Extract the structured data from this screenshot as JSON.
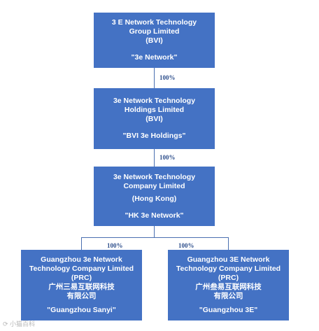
{
  "entities": [
    {
      "lines": [
        "3 E Network Technology",
        "Group Limited",
        "(BVI)"
      ],
      "short": "\"3e Network\""
    },
    {
      "lines": [
        "3e Network Technology",
        "Holdings Limited",
        "(BVI)"
      ],
      "short": "\"BVI 3e Holdings\""
    },
    {
      "lines": [
        "3e Network Technology",
        "Company Limited"
      ],
      "sub": "(Hong Kong)",
      "short": "\"HK 3e Network\""
    },
    {
      "lines": [
        "Guangzhou 3e Network",
        "Technology Company Limited",
        "(PRC)",
        "广州三易互联网科技",
        "有限公司"
      ],
      "short": "\"Guangzhou Sanyi\""
    },
    {
      "lines": [
        "Guangzhou 3E Network",
        "Technology Company Limited",
        "(PRC)",
        "广州叁易互联网科技",
        "有限公司"
      ],
      "short": "\"Guangzhou 3E\""
    }
  ],
  "ownership": [
    "100%",
    "100%",
    "100%",
    "100%"
  ],
  "watermark": "⟳ 小猫百科",
  "colors": {
    "box": "#4472c4",
    "connector": "#4a6fb0",
    "label": "#2e4f8c"
  }
}
